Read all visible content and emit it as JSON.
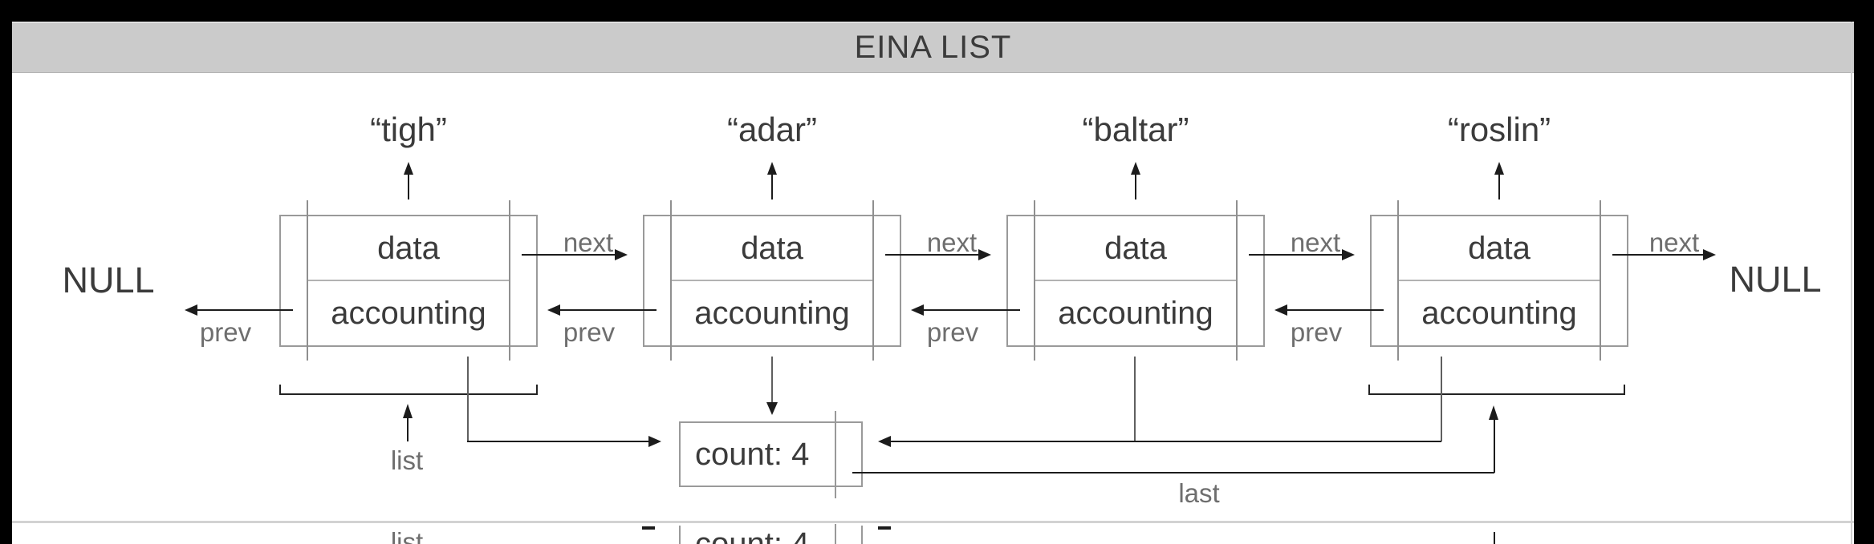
{
  "title": "EINA LIST",
  "nodes": [
    {
      "value": "“tigh”",
      "data_label": "data",
      "accounting_label": "accounting"
    },
    {
      "value": "“adar”",
      "data_label": "data",
      "accounting_label": "accounting"
    },
    {
      "value": "“baltar”",
      "data_label": "data",
      "accounting_label": "accounting"
    },
    {
      "value": "“roslin”",
      "data_label": "data",
      "accounting_label": "accounting"
    }
  ],
  "labels": {
    "next": "next",
    "prev": "prev",
    "list": "list",
    "last": "last",
    "null_left": "NULL",
    "null_right": "NULL"
  },
  "count_label": "count: 4",
  "colors": {
    "background": "#000000",
    "canvas": "#ffffff",
    "titlebar": "#cbcbcb",
    "node_border": "#9a9a9a",
    "arrow": "#1c1c1c",
    "label_gray": "#6e6e6e",
    "text_dark": "#3b3b3b",
    "separator": "#d2d2d2"
  }
}
